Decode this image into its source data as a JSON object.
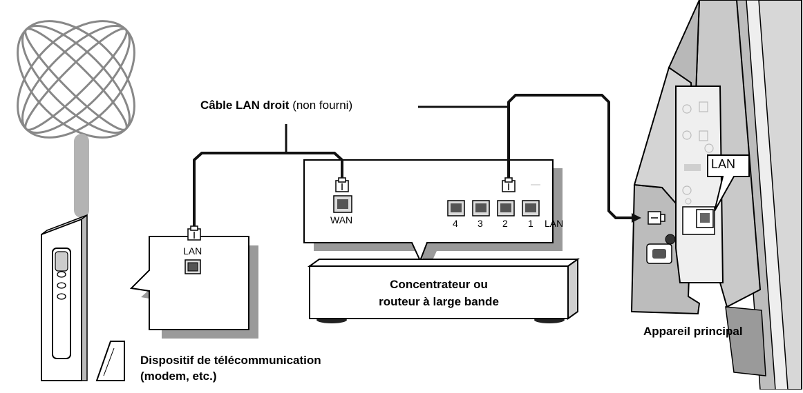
{
  "cable_label": {
    "bold": "Câble LAN droit",
    "normal": "(non fourni)"
  },
  "modem_popup": {
    "port_label": "LAN"
  },
  "router_popup": {
    "wan_label": "WAN",
    "lan_ports": [
      "4",
      "3",
      "2",
      "1"
    ],
    "lan_label": "LAN"
  },
  "router_caption": {
    "line1": "Concentrateur ou",
    "line2": "routeur à large bande"
  },
  "main_unit": {
    "lan_callout": "LAN",
    "caption": "Appareil principal"
  },
  "modem_caption": {
    "line1": "Dispositif de télécommunication",
    "line2": "(modem, etc.)"
  }
}
